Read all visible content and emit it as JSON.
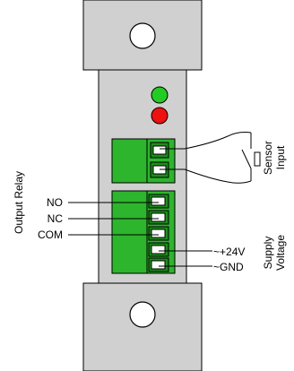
{
  "labels": {
    "no": "NO",
    "nc": "NC",
    "com": "COM",
    "plus24v": "~+24V",
    "gnd": "~GND",
    "output_relay": "Output Relay",
    "sensor_line1": "Sensor",
    "sensor_line2": "Input",
    "supply_line1": "Supply",
    "supply_line2": "Voltage"
  },
  "leds": [
    {
      "name": "green-led",
      "color": "#22cc22"
    },
    {
      "name": "red-led",
      "color": "#ee1111"
    }
  ],
  "colors": {
    "housing": "#d0d0d0",
    "housing_shade": "#b8b8b8",
    "terminal_block": "#2db52d",
    "terminal_dark": "#1e8c1e",
    "terminal_slot": "#ffffff"
  },
  "terminals": {
    "sensor_count": 2,
    "relay_power_count": 5
  }
}
